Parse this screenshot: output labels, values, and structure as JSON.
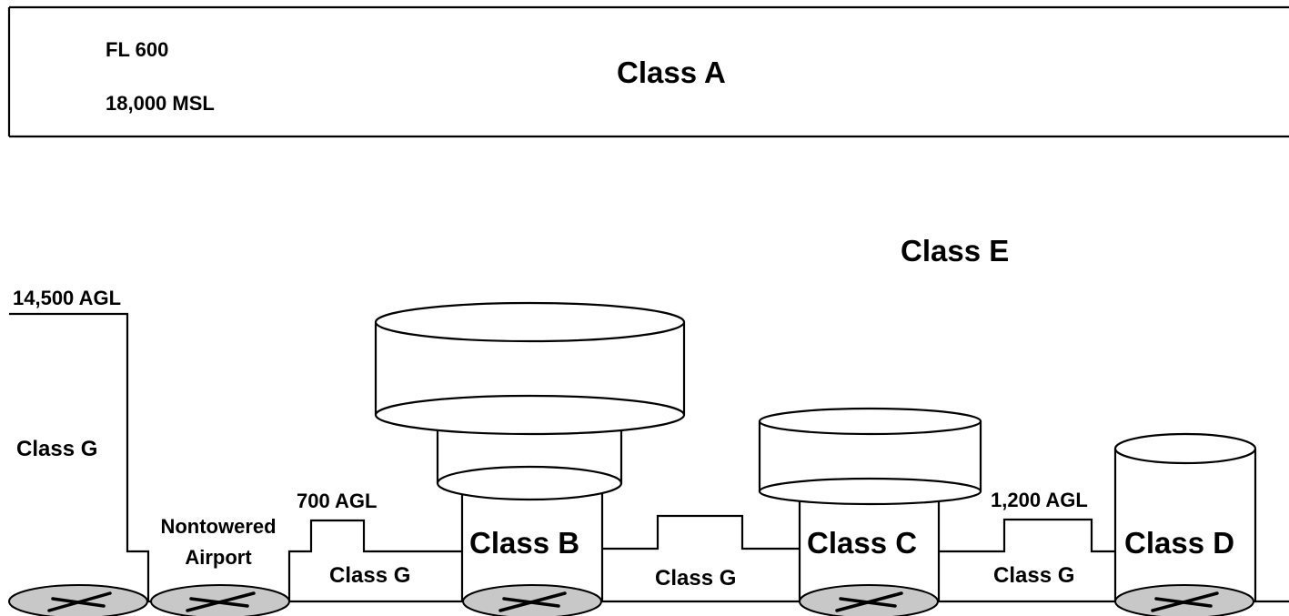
{
  "labels": {
    "fl600": "FL 600",
    "msl18000": "18,000 MSL",
    "class_a": "Class A",
    "class_e": "Class E",
    "agl14500": "14,500 AGL",
    "class_g_left": "Class G",
    "nontowered_line1": "Nontowered",
    "nontowered_line2": "Airport",
    "agl700": "700 AGL",
    "class_g_1": "Class G",
    "class_b": "Class B",
    "class_g_2": "Class G",
    "class_c": "Class C",
    "agl1200": "1,200 AGL",
    "class_g_3": "Class G",
    "class_d": "Class D"
  },
  "colors": {
    "line": "#000000",
    "background": "#ffffff",
    "airport_pad": "#c8c8c8"
  },
  "icons": {
    "airport": "runway-icon"
  }
}
